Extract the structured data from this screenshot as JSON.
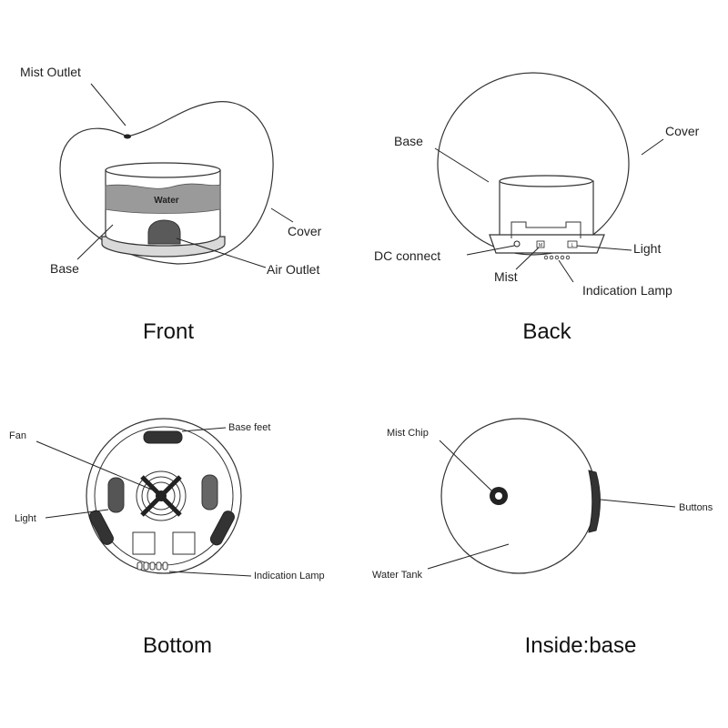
{
  "front": {
    "caption": "Front",
    "labels": {
      "mist_outlet": "Mist Outlet",
      "water": "Water",
      "cover": "Cover",
      "base": "Base",
      "air_outlet": "Air Outlet"
    }
  },
  "back": {
    "caption": "Back",
    "labels": {
      "base": "Base",
      "cover": "Cover",
      "dc_connect": "DC connect",
      "light": "Light",
      "mist": "Mist",
      "indication_lamp": "Indication Lamp",
      "mist_button_glyph": "M",
      "light_button_glyph": "L"
    }
  },
  "bottom": {
    "caption": "Bottom",
    "labels": {
      "fan": "Fan",
      "base_feet": "Base feet",
      "light": "Light",
      "indication_lamp": "Indication Lamp"
    }
  },
  "inside": {
    "caption": "Inside:base",
    "labels": {
      "mist_chip": "Mist Chip",
      "buttons": "Buttons",
      "water_tank": "Water Tank"
    }
  },
  "colors": {
    "ink": "#222222",
    "water_fill": "#9a9a9a",
    "base_gray": "#d9d9d9",
    "dark_part": "#333333"
  }
}
